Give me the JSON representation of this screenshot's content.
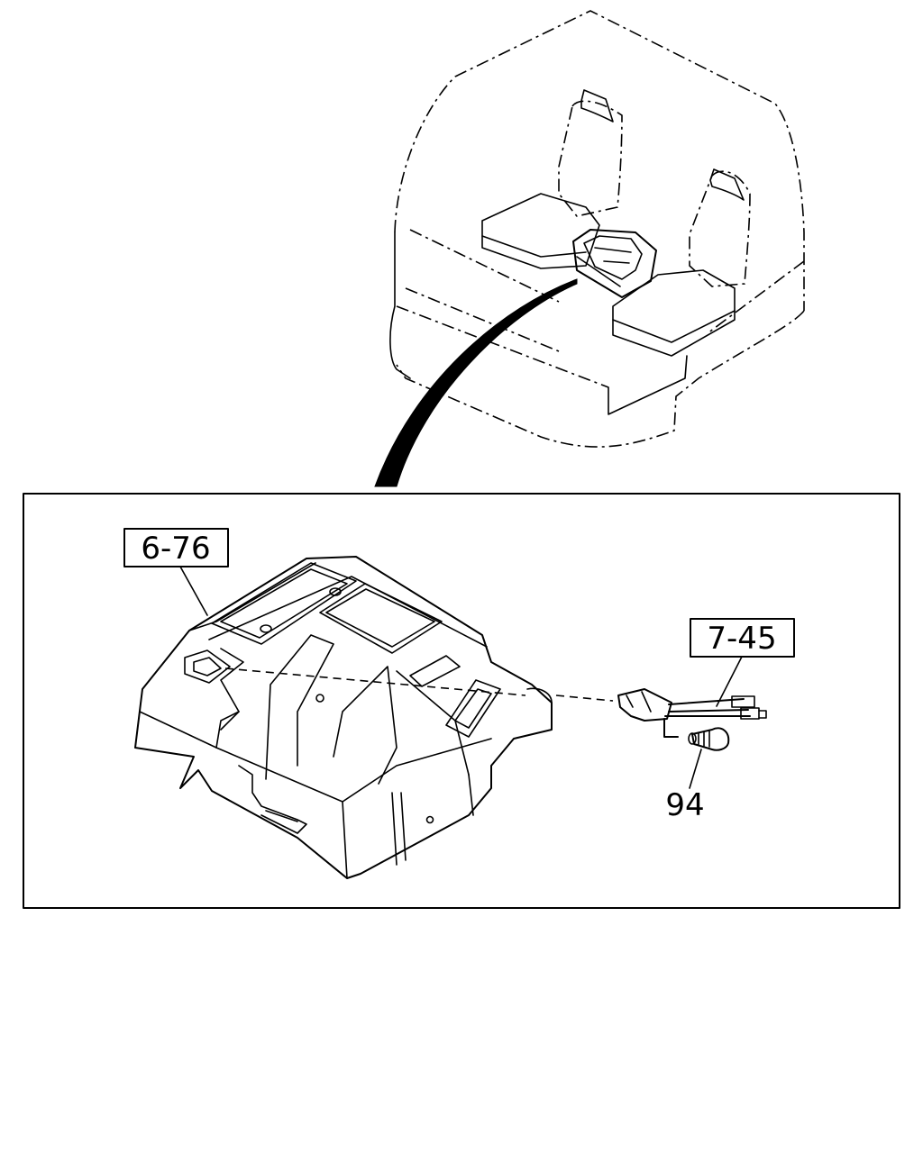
{
  "callouts": {
    "console_ref": "6-76",
    "harness_ref": "7-45",
    "clip_ref": "94"
  }
}
